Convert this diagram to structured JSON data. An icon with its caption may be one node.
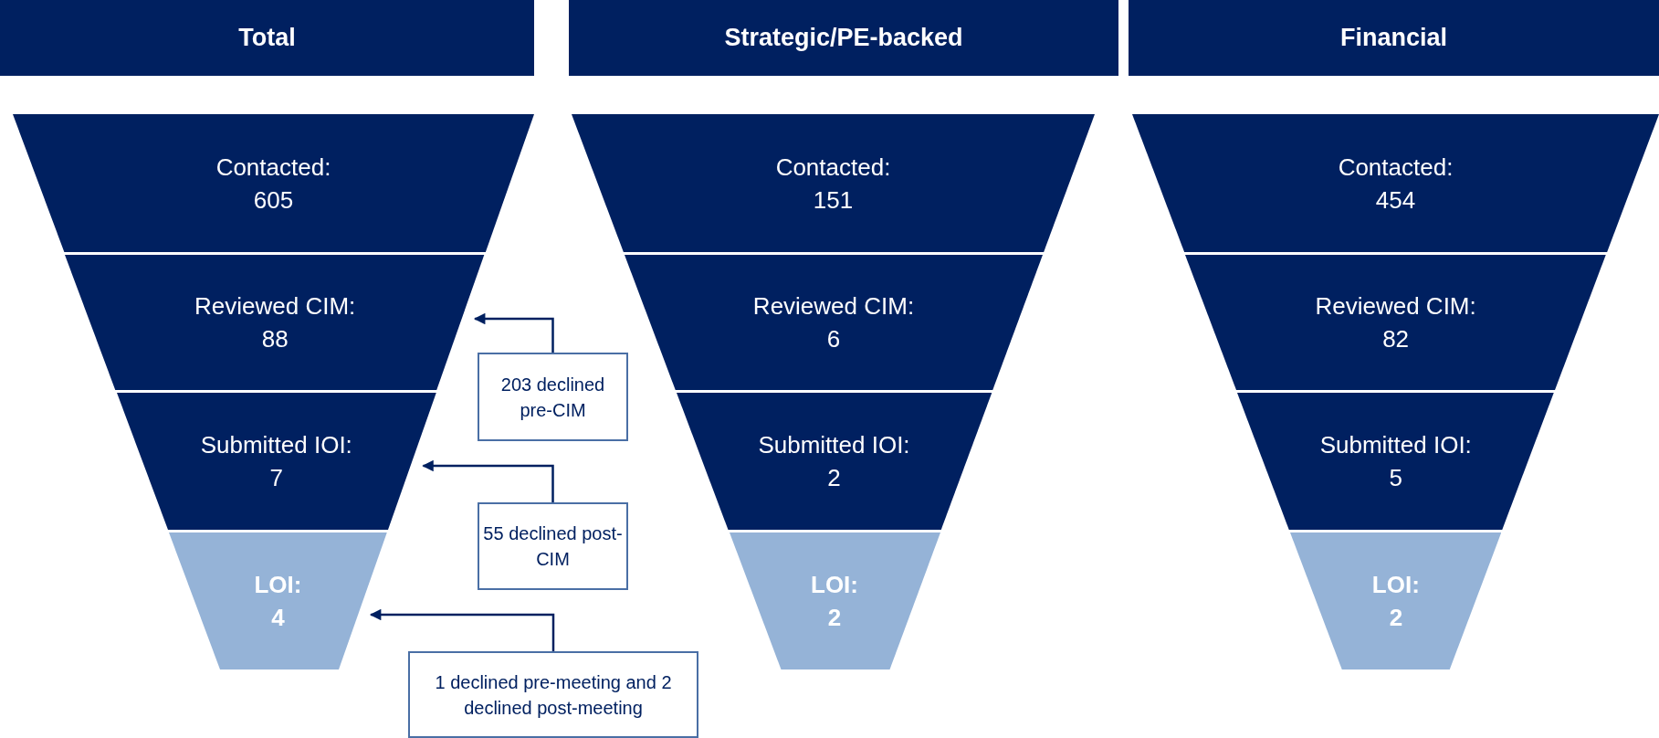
{
  "diagram": {
    "nodes": [
      {
        "text": [
          "Total"
        ]
      },
      {
        "text": [
          "Strategic/PE-backed"
        ]
      },
      {
        "text": [
          "Financial"
        ]
      },
      {
        "text": [
          "Contacted:",
          "605"
        ]
      },
      {
        "text": [
          "Reviewed CIM:",
          "88"
        ]
      },
      {
        "text": [
          "Submitted IOI:",
          "7"
        ]
      },
      {
        "text": [
          "LOI:",
          "4"
        ]
      },
      {
        "text": [
          "Contacted:",
          "151"
        ]
      },
      {
        "text": [
          "Reviewed CIM:",
          "6"
        ]
      },
      {
        "text": [
          "Submitted IOI:",
          "2"
        ]
      },
      {
        "text": [
          "LOI:",
          "2"
        ]
      },
      {
        "text": [
          "Contacted:",
          "454"
        ]
      },
      {
        "text": [
          "Reviewed CIM:",
          "82"
        ]
      },
      {
        "text": [
          "Submitted IOI:",
          "5"
        ]
      },
      {
        "text": [
          "LOI:",
          "2"
        ]
      },
      {
        "text": [
          "203 declined pre-CIM"
        ]
      },
      {
        "text": [
          "55 declined post-CIM"
        ]
      },
      {
        "text": [
          "1 declined pre-meeting and 2 declined post-meeting"
        ]
      }
    ],
    "edges": [
      {
        "from": 15,
        "to": 4,
        "arrow": "to"
      },
      {
        "from": 16,
        "to": 5,
        "arrow": "to"
      },
      {
        "from": 17,
        "to": 6,
        "arrow": "to"
      }
    ]
  }
}
